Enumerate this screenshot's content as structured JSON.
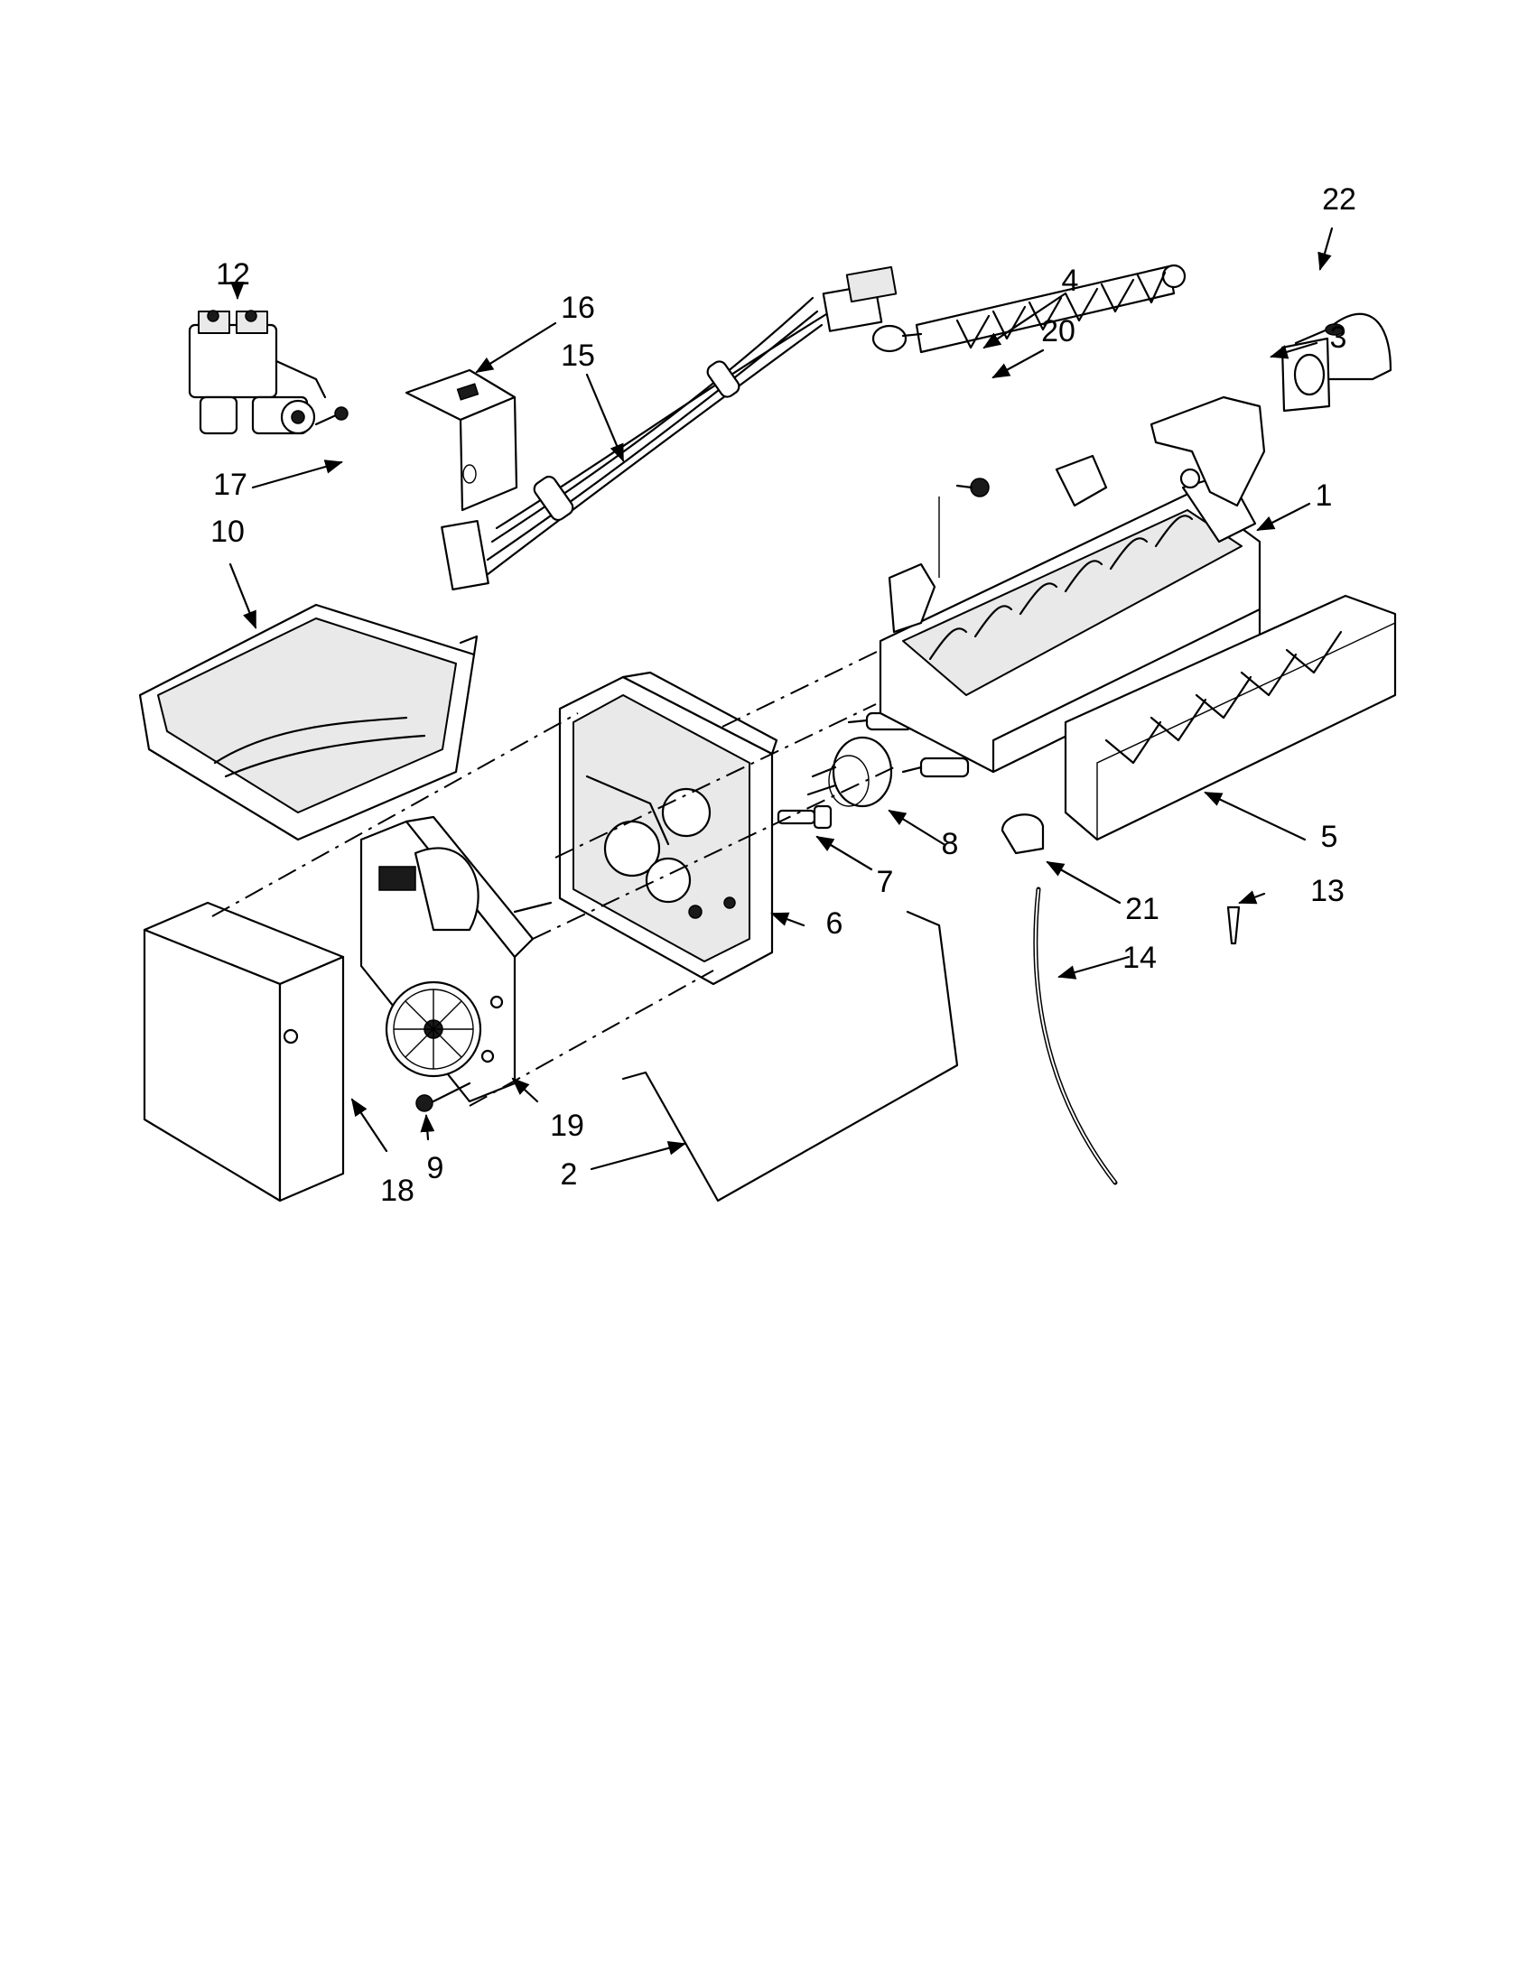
{
  "callouts": [
    {
      "id": "1",
      "label": "1"
    },
    {
      "id": "2",
      "label": "2"
    },
    {
      "id": "3",
      "label": "3"
    },
    {
      "id": "4",
      "label": "4"
    },
    {
      "id": "5",
      "label": "5"
    },
    {
      "id": "6",
      "label": "6"
    },
    {
      "id": "7",
      "label": "7"
    },
    {
      "id": "8",
      "label": "8"
    },
    {
      "id": "9",
      "label": "9"
    },
    {
      "id": "10",
      "label": "10"
    },
    {
      "id": "12",
      "label": "12"
    },
    {
      "id": "13",
      "label": "13"
    },
    {
      "id": "14",
      "label": "14"
    },
    {
      "id": "15",
      "label": "15"
    },
    {
      "id": "16",
      "label": "16"
    },
    {
      "id": "17",
      "label": "17"
    },
    {
      "id": "18",
      "label": "18"
    },
    {
      "id": "19",
      "label": "19"
    },
    {
      "id": "20",
      "label": "20"
    },
    {
      "id": "21",
      "label": "21"
    },
    {
      "id": "22",
      "label": "22"
    }
  ]
}
